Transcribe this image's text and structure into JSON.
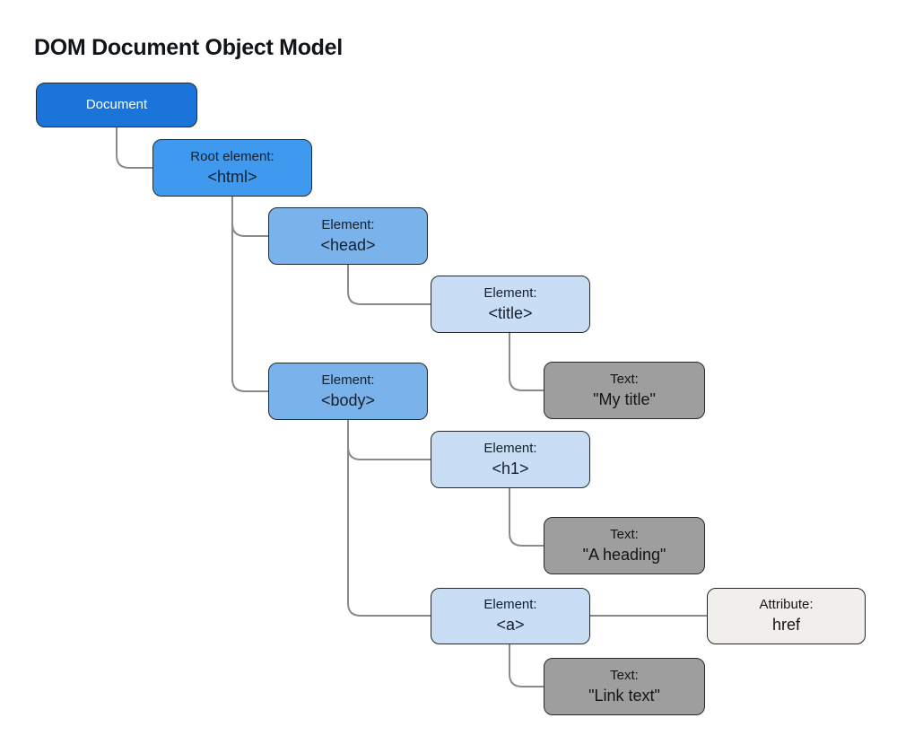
{
  "title": "DOM Document Object Model",
  "nodes": {
    "document": {
      "label": "Document"
    },
    "html": {
      "line1": "Root element:",
      "line2": "<html>"
    },
    "head": {
      "line1": "Element:",
      "line2": "<head>"
    },
    "title_el": {
      "line1": "Element:",
      "line2": "<title>"
    },
    "my_title": {
      "line1": "Text:",
      "line2": "\"My title\""
    },
    "body_el": {
      "line1": "Element:",
      "line2": "<body>"
    },
    "h1": {
      "line1": "Element:",
      "line2": "<h1>"
    },
    "a_heading": {
      "line1": "Text:",
      "line2": "\"A heading\""
    },
    "a_el": {
      "line1": "Element:",
      "line2": "<a>"
    },
    "href": {
      "line1": "Attribute:",
      "line2": "href"
    },
    "link_text": {
      "line1": "Text:",
      "line2": "\"Link text\""
    }
  },
  "colors": {
    "document_fill": "#1b74d9",
    "root_fill": "#3f99ee",
    "element_fill": "#7ab2eb",
    "leaf_element_fill": "#c9def5",
    "text_fill": "#9e9e9e",
    "attribute_fill": "#f1efeb",
    "connector": "#8a8a8a",
    "border": "#26282b"
  }
}
